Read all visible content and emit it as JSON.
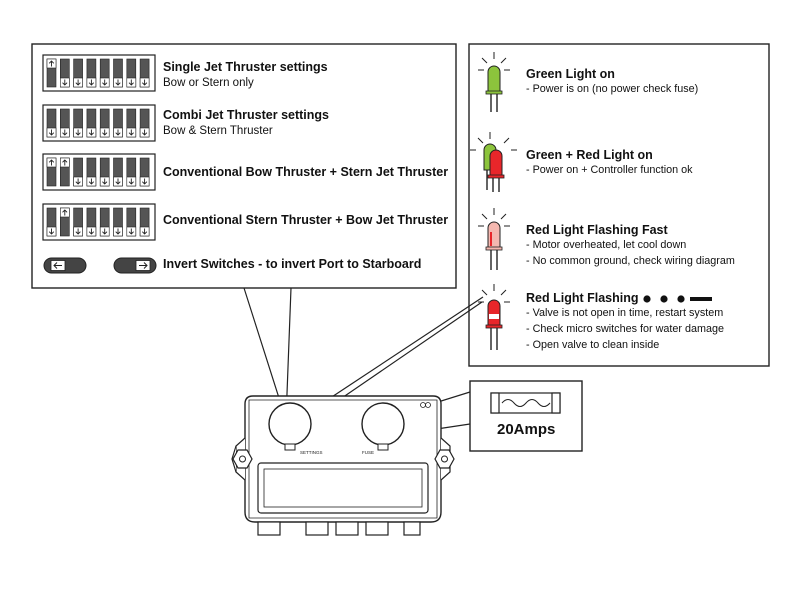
{
  "left_panel": {
    "settings": [
      {
        "title": "Single Jet Thruster settings",
        "subtitle": "Bow or Stern only",
        "switches": [
          "up",
          "down",
          "down",
          "down",
          "down",
          "down",
          "down",
          "down"
        ]
      },
      {
        "title": "Combi Jet Thruster settings",
        "subtitle": "Bow & Stern Thruster",
        "switches": [
          "down",
          "down",
          "down",
          "down",
          "down",
          "down",
          "down",
          "down"
        ]
      },
      {
        "title": "Conventional Bow Thruster + Stern Jet Thruster",
        "subtitle": "",
        "switches": [
          "up",
          "up",
          "down",
          "down",
          "down",
          "down",
          "down",
          "down"
        ]
      },
      {
        "title": "Conventional Stern Thruster + Bow Jet Thruster",
        "subtitle": "",
        "switches": [
          "down",
          "up",
          "down",
          "down",
          "down",
          "down",
          "down",
          "down"
        ]
      }
    ],
    "invert": {
      "title": "Invert Switches - to invert Port to Starboard"
    }
  },
  "right_panel": {
    "lights": [
      {
        "title": "Green Light on",
        "lines": [
          "- Power is on (no power check fuse)"
        ],
        "led": "green"
      },
      {
        "title": "Green + Red Light on",
        "lines": [
          "- Power on + Controller function ok"
        ],
        "led": "green-red"
      },
      {
        "title": "Red Light Flashing Fast",
        "lines": [
          "- Motor overheated, let cool down",
          "- No common ground, check wiring diagram"
        ],
        "led": "red-light"
      },
      {
        "title": "Red Light Flashing",
        "lines": [
          "- Valve is not open in time, restart system",
          "- Check micro switches for water damage",
          "- Open valve to clean inside"
        ],
        "led": "red-flash"
      }
    ]
  },
  "fuse": {
    "label": "20Amps"
  },
  "device": {
    "settings_label": "SETTINGS",
    "fuse_label": "FUSE"
  },
  "colors": {
    "green": "#8cc43c",
    "red": "#e8262a",
    "light_red": "#f5b8b0",
    "stroke": "#222222"
  }
}
